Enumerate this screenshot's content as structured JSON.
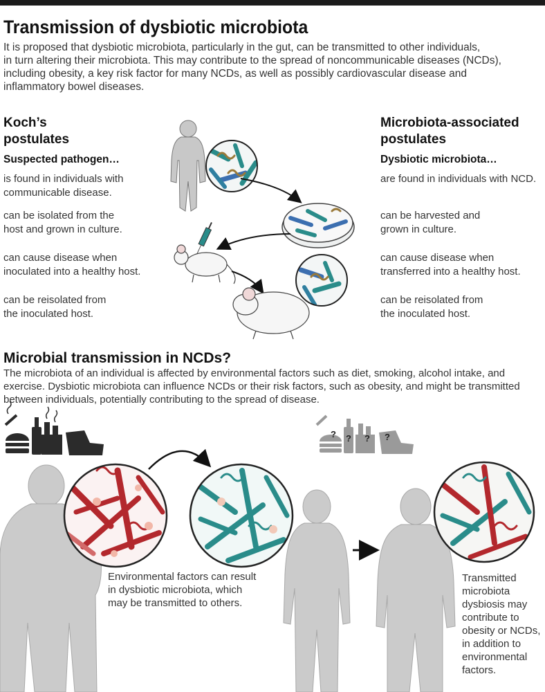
{
  "header": {
    "title": "Transmission of dysbiotic microbiota",
    "intro_lines": [
      "It is proposed that dysbiotic microbiota, particularly in the gut, can be transmitted to other individuals,",
      "in turn altering their microbiota. This may contribute to the spread of noncommunicable diseases (NCDs),",
      "including obesity, a key risk factor for many NCDs, as well as possibly cardiovascular disease and",
      "inflammatory bowel diseases."
    ]
  },
  "koch": {
    "heading_lines": [
      "Koch’s",
      "postulates"
    ],
    "subheading": "Suspected pathogen…",
    "items": [
      [
        "is found in individuals with",
        "communicable disease."
      ],
      [
        "can be isolated from the",
        "host and grown in culture."
      ],
      [
        "can cause disease when",
        "inoculated into a healthy host."
      ],
      [
        "can be reisolated from",
        "the inoculated host."
      ]
    ]
  },
  "microbiota_postulates": {
    "heading_lines": [
      "Microbiota-associated",
      "postulates"
    ],
    "subheading": "Dysbiotic microbiota…",
    "items": [
      [
        "are found in individuals with NCD."
      ],
      [
        "can be harvested and",
        "grown in culture."
      ],
      [
        "can cause disease when",
        "transferred into a healthy host."
      ],
      [
        "can be reisolated from",
        "the inoculated host."
      ]
    ]
  },
  "ncd_section": {
    "title": "Microbial transmission in NCDs?",
    "text_lines": [
      "The microbiota of an individual is affected by environmental factors such as diet, smoking, alcohol intake, and",
      "exercise. Dysbiotic microbiota can influence NCDs or their risk factors, such as obesity, and might be transmitted",
      "between individuals, potentially contributing to the spread of disease."
    ],
    "caption_left_lines": [
      "Environmental factors can result",
      "in dysbiotic microbiota, which",
      "may be transmitted to others."
    ],
    "caption_right_lines": [
      "Transmitted",
      "microbiota",
      "dysbiosis may",
      "contribute to",
      "obesity or NCDs,",
      "in addition to",
      "environmental",
      "factors."
    ],
    "uncertain_marks": [
      "?",
      "?",
      "?",
      "?"
    ]
  },
  "colors": {
    "dysbiotic_red": "#b3282d",
    "healthy_teal": "#2a8c8a",
    "culture_blue": "#3c6fb0",
    "figure_gray": "#c8c8c8",
    "icon_dark": "#2b2b2b",
    "icon_faded": "#9a9a9a"
  },
  "icons": [
    "human-figure-icon",
    "petri-dish-icon",
    "syringe-icon",
    "mouse-icon",
    "cigarette-icon",
    "burger-icon",
    "bottle-icon",
    "factory-icon",
    "armchair-icon",
    "arrow-icon"
  ]
}
